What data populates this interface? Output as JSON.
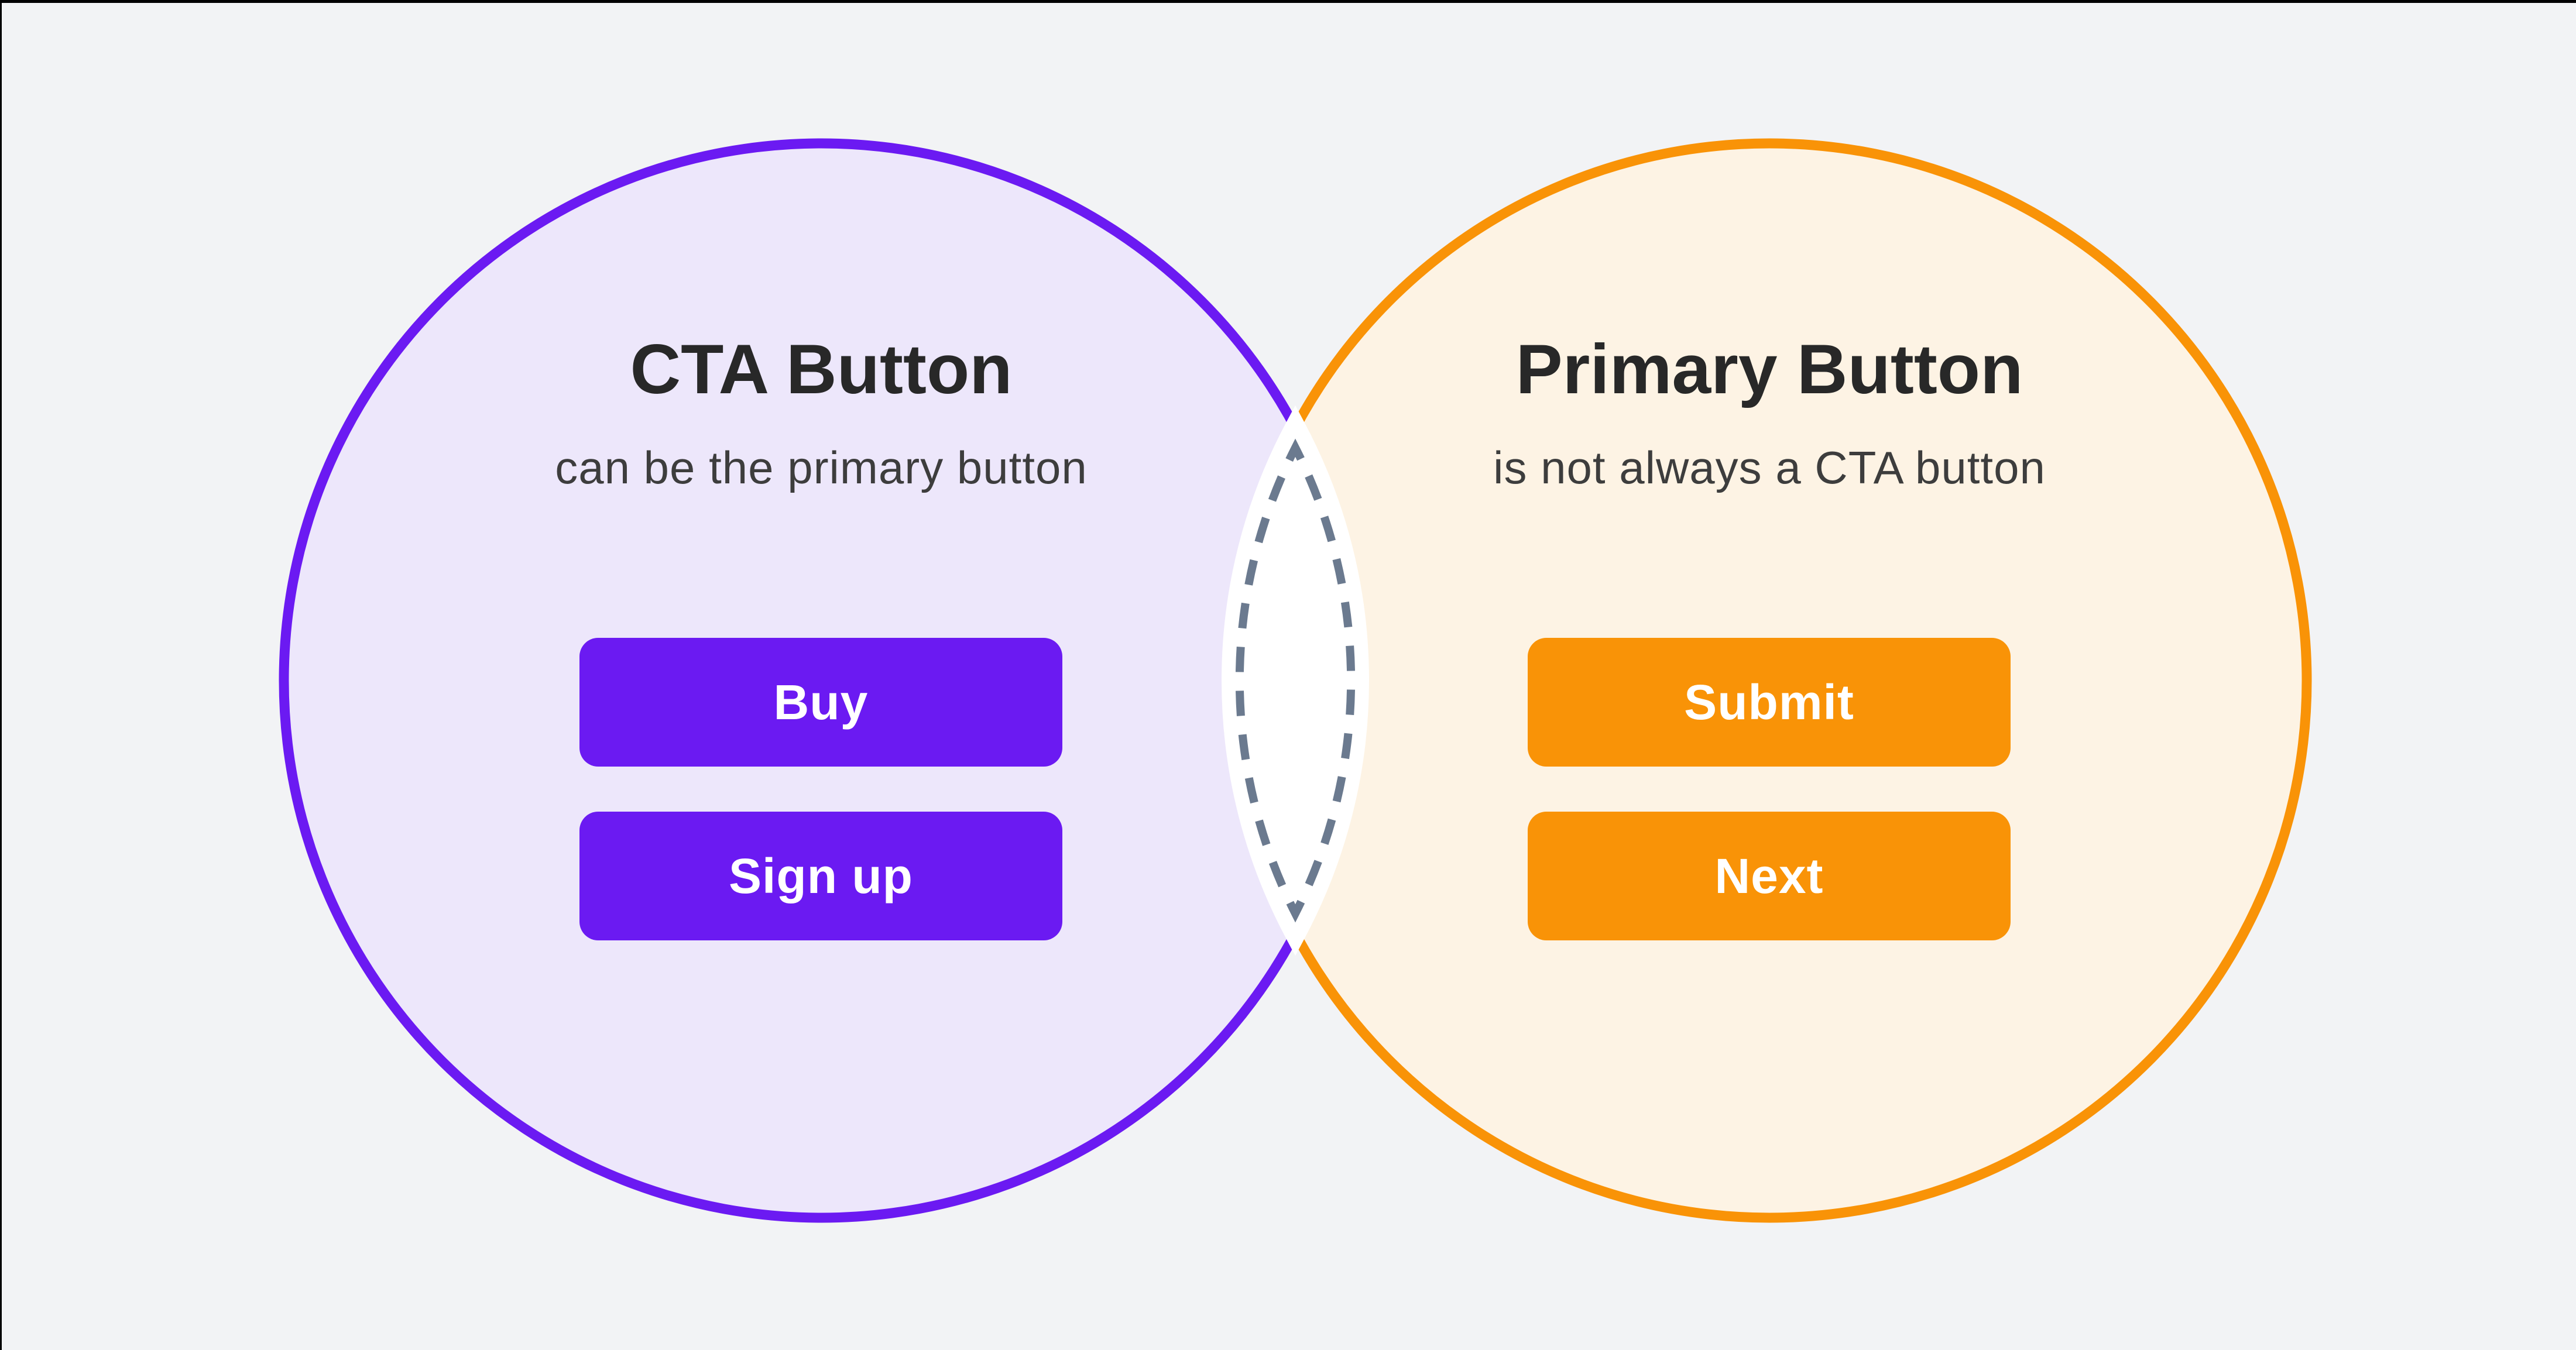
{
  "figure": {
    "background": "#F2F3F5",
    "frame_color": "#000000"
  },
  "venn": {
    "left": {
      "title": "CTA Button",
      "subtitle": "can be the primary button",
      "circle_fill": "#EDE7FB",
      "circle_border": "#6B1AF2",
      "button_bg": "#6B1AF2",
      "button_text_color": "#FFFFFF",
      "buttons": [
        {
          "label": "Buy"
        },
        {
          "label": "Sign up"
        }
      ]
    },
    "right": {
      "title": "Primary Button",
      "subtitle": "is not always a CTA button",
      "circle_fill": "#FDF3E4",
      "circle_border": "#F99307",
      "button_bg": "#F99307",
      "button_text_color": "#FFFFFF",
      "buttons": [
        {
          "label": "Submit"
        },
        {
          "label": "Next"
        }
      ]
    },
    "overlap": {
      "fill": "#FFFFFF",
      "dash_color": "#6B7A8F"
    },
    "title_color": "#282828",
    "subtitle_color": "#3D3D3D"
  }
}
